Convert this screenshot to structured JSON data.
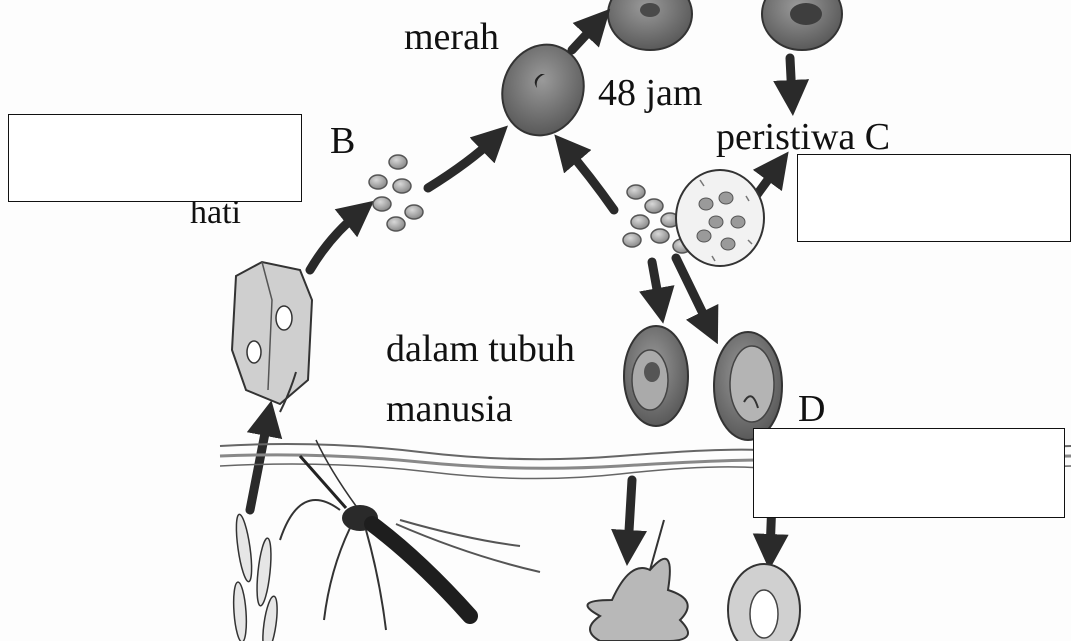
{
  "labels": {
    "merah": "merah",
    "jam_48": "48 jam",
    "b": "B",
    "peristiwa_c": "peristiwa C",
    "hati": "hati",
    "dalam_tubuh": "dalam tubuh",
    "manusia": "manusia",
    "d": "D"
  },
  "answer_boxes": [
    "",
    "",
    ""
  ],
  "colors": {
    "ink": "#111111",
    "cell_fill": "#8c8c8c",
    "cell_dark": "#5c5c5c",
    "arrow": "#2a2a2a"
  }
}
